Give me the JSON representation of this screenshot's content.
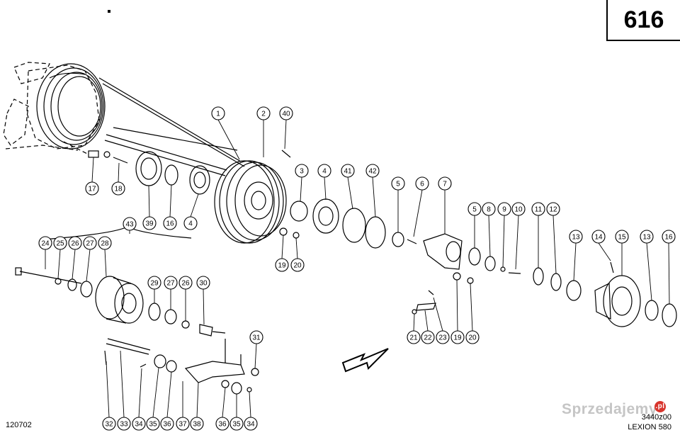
{
  "page_number": "616",
  "drawing_id": "120702",
  "model": "LEXION 580",
  "part_ref": "3440z00",
  "watermark": "Sprzedajemy",
  "watermark_badge": ".pl",
  "callouts": [
    "1",
    "2",
    "40",
    "3",
    "4",
    "41",
    "42",
    "5",
    "6",
    "7",
    "17",
    "18",
    "39",
    "16",
    "4",
    "19",
    "20",
    "5",
    "8",
    "9",
    "10",
    "11",
    "12",
    "13",
    "14",
    "15",
    "13",
    "16",
    "43",
    "24",
    "25",
    "26",
    "27",
    "28",
    "29",
    "27",
    "26",
    "30",
    "21",
    "22",
    "23",
    "19",
    "20",
    "31",
    "32",
    "33",
    "34",
    "35",
    "36",
    "37",
    "38",
    "36",
    "35",
    "34"
  ]
}
